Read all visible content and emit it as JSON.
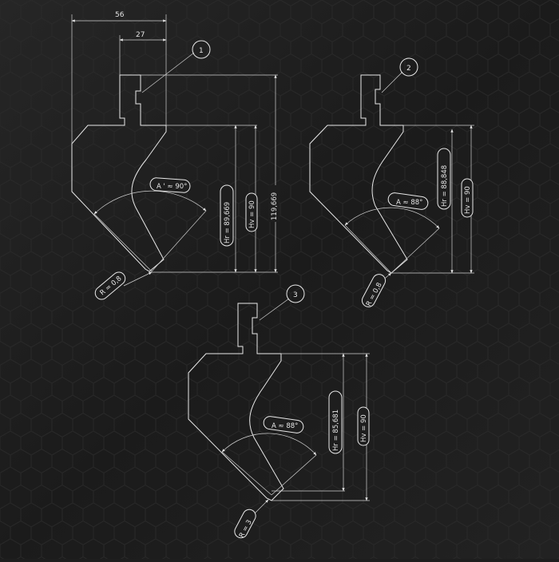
{
  "tool1": {
    "number": "1",
    "width_total": "56",
    "width_tang": "27",
    "angle": "A ' ≈ 90°",
    "hr": "Hr = 89,669",
    "hv": "Hv = 90",
    "h_total": "119,669",
    "radius": "R = 0,8"
  },
  "tool2": {
    "number": "2",
    "angle": "A ≈ 88°",
    "hr": "Hr = 88,848",
    "hv": "Hv = 90",
    "radius": "R = 0,8"
  },
  "tool3": {
    "number": "3",
    "angle": "A ≈ 88°",
    "hr": "Hr = 85,681",
    "hv": "Hv = 90",
    "radius": "R = 3"
  },
  "colors": {
    "background": "#1e1e1e",
    "lines": "#e8e8e8"
  }
}
